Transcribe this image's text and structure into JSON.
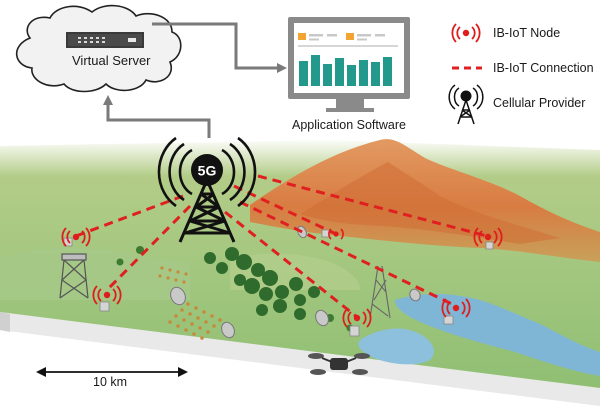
{
  "labels": {
    "virtual_server": "Virtual Server",
    "application_software": "Application Software",
    "tower_badge": "5G",
    "scale": "10 km"
  },
  "legend": [
    {
      "icon": "red-antenna-icon",
      "label": "IB-IoT Node"
    },
    {
      "icon": "red-dashed-line",
      "label": "IB-IoT Connection"
    },
    {
      "icon": "cell-tower-icon",
      "label": "Cellular Provider"
    }
  ],
  "colors": {
    "iot_red": "#e01c1c",
    "connection_red": "#e02020",
    "arrow_gray": "#7a7a7a",
    "monitor_frame": "#8a8a8a",
    "bar_teal": "#23988c",
    "bar_orange": "#f3a433",
    "land_green": "#9cc483",
    "mountain_orange": "#d8824a",
    "water_blue": "#7fb6d6"
  }
}
